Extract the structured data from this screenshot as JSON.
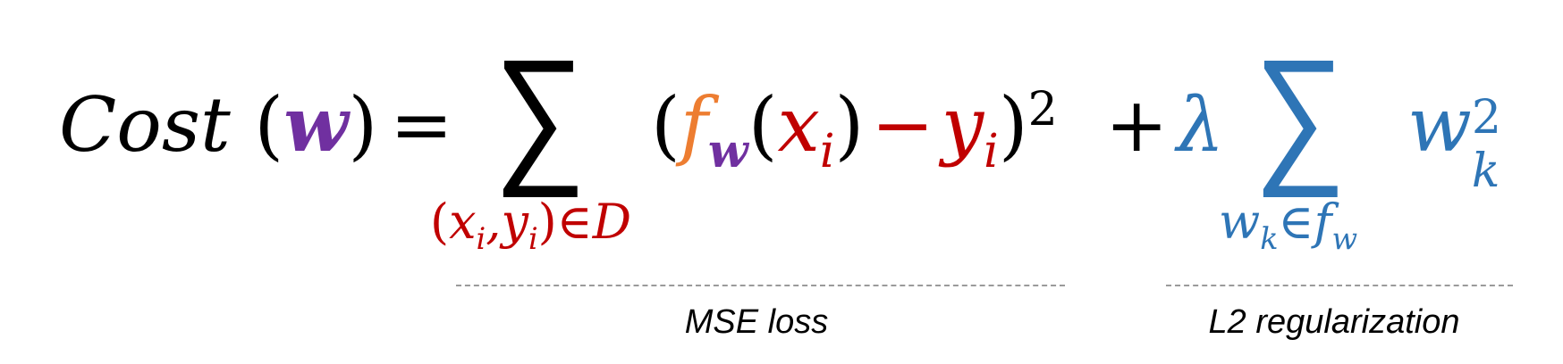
{
  "formula": {
    "cost_label": "Cost",
    "lparen": "(",
    "rparen": ")",
    "weight": "w",
    "equals": "=",
    "sum_symbol": "∑",
    "mse_term": {
      "open": "(",
      "f": "f",
      "f_sub": "w",
      "x_open": "(",
      "x": "x",
      "x_sub": "i",
      "x_close": ")",
      "minus": "−",
      "y": "y",
      "y_sub": "i",
      "close": ")",
      "power": "2"
    },
    "sum1_index": {
      "open": "(",
      "x": "x",
      "x_sub": "i",
      "comma": ",",
      "y": "y",
      "y_sub": "i",
      "close": ")",
      "in": "∈",
      "set": "D"
    },
    "plus": "+",
    "lambda": "λ",
    "sum2_index": {
      "w": "w",
      "w_sub": "k",
      "in": "∈",
      "f": "f",
      "f_sub": "w"
    },
    "reg_term": {
      "w": "w",
      "sub": "k",
      "power": "2"
    }
  },
  "labels": {
    "mse": "MSE loss",
    "l2": "L2 regularization"
  },
  "colors": {
    "weight": "#7030A0",
    "model": "#ED7D31",
    "data": "#C00000",
    "regularization": "#2E75B6",
    "text": "#000000"
  }
}
